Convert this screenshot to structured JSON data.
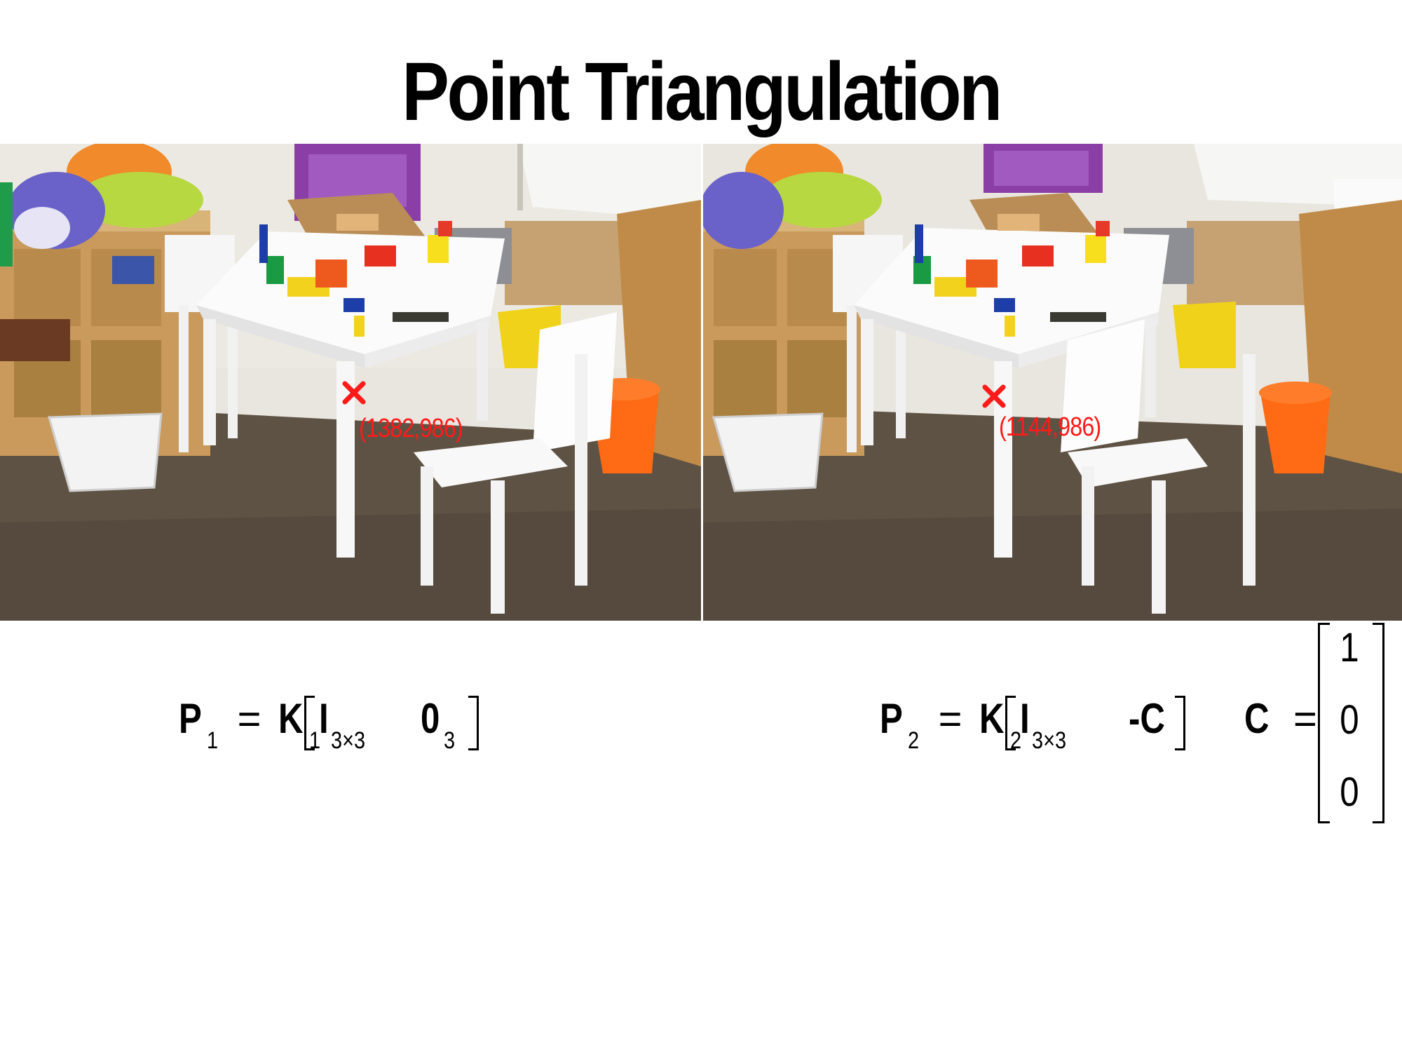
{
  "title": "Point Triangulation",
  "images": {
    "left": {
      "marker_label": "(1382,986)",
      "marker_color": "#ff1a1a"
    },
    "right": {
      "marker_label": "(1144,986)",
      "marker_color": "#ff1a1a"
    }
  },
  "equation_1": {
    "lhs": "P",
    "lhs_sub": "1",
    "equals": "=",
    "k": "K",
    "k_sub": "1",
    "identity": "I",
    "identity_sub": "3×3",
    "zero": "0",
    "zero_sub": "3"
  },
  "equation_2": {
    "lhs": "P",
    "lhs_sub": "2",
    "equals": "=",
    "k": "K",
    "k_sub": "2",
    "identity": "I",
    "identity_sub": "3×3",
    "last_col": "-C"
  },
  "camera_center": {
    "name": "C",
    "equals": "=",
    "entries": [
      "1",
      "0",
      "0"
    ]
  }
}
